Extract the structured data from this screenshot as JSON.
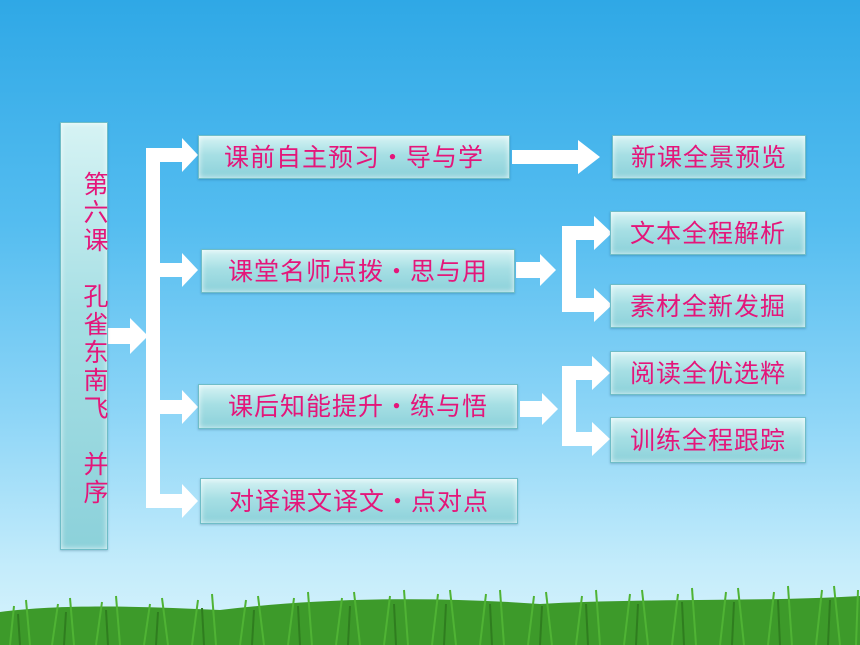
{
  "title": "第六课　孔雀东南飞　并序",
  "sections": [
    {
      "label": "课前自主预习・导与学",
      "children": [
        "新课全景预览"
      ]
    },
    {
      "label": "课堂名师点拨・思与用",
      "children": [
        "文本全程解析",
        "素材全新发掘"
      ]
    },
    {
      "label": "课后知能提升・练与悟",
      "children": [
        "阅读全优选粹",
        "训练全程跟踪"
      ]
    },
    {
      "label": "对译课文译文・点对点",
      "children": []
    }
  ],
  "colors": {
    "text": "#e4167a",
    "box": "#a6dfe4",
    "arrow": "#ffffff",
    "sky": "#2fa8e6",
    "grass": "#3d9a2a"
  }
}
